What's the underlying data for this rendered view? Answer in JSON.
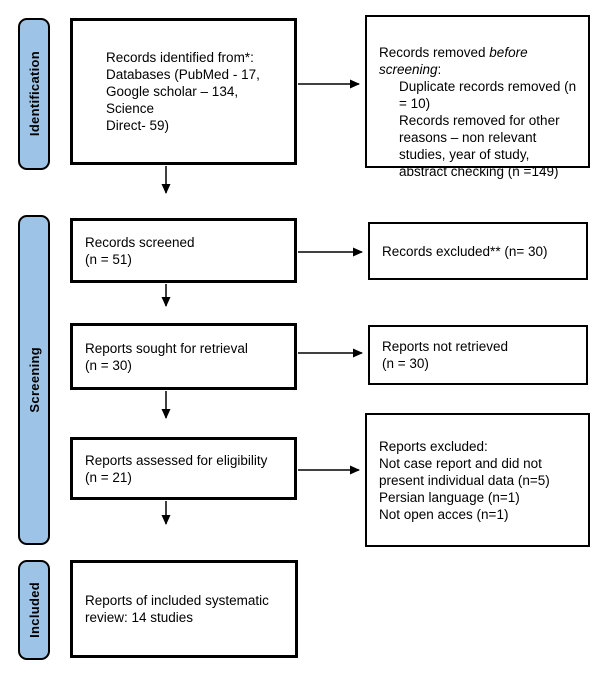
{
  "flowchart": {
    "stages": [
      {
        "label": "Identification"
      },
      {
        "label": "Screening"
      },
      {
        "label": "Included"
      }
    ],
    "boxes": {
      "identified": "Records identified from*:\nDatabases (PubMed - 17,\nGoogle scholar – 134, Science\nDirect- 59)",
      "removed_prefix": "Records removed ",
      "removed_italic": "before\nscreening",
      "removed_suffix": ":",
      "removed_details": "Duplicate records removed (n\n= 10)\nRecords removed for other\nreasons – non relevant\nstudies, year of study,\nabstract checking (n =149)",
      "screened": "Records screened\n(n = 51)",
      "records_excluded": "Records excluded** (n= 30)",
      "sought": "Reports sought for retrieval\n(n = 30)",
      "not_retrieved": "Reports not retrieved\n(n = 30)",
      "assessed": "Reports assessed for eligibility\n(n = 21)",
      "reports_excluded": "Reports excluded:\nNot case report and did not\npresent individual data (n=5)\nPersian language (n=1)\nNot open acces (n=1)",
      "included_reports": "Reports of included systematic\nreview: 14 studies"
    },
    "colors": {
      "stage_fill": "#9DC3E6",
      "box_border": "#000000"
    }
  }
}
